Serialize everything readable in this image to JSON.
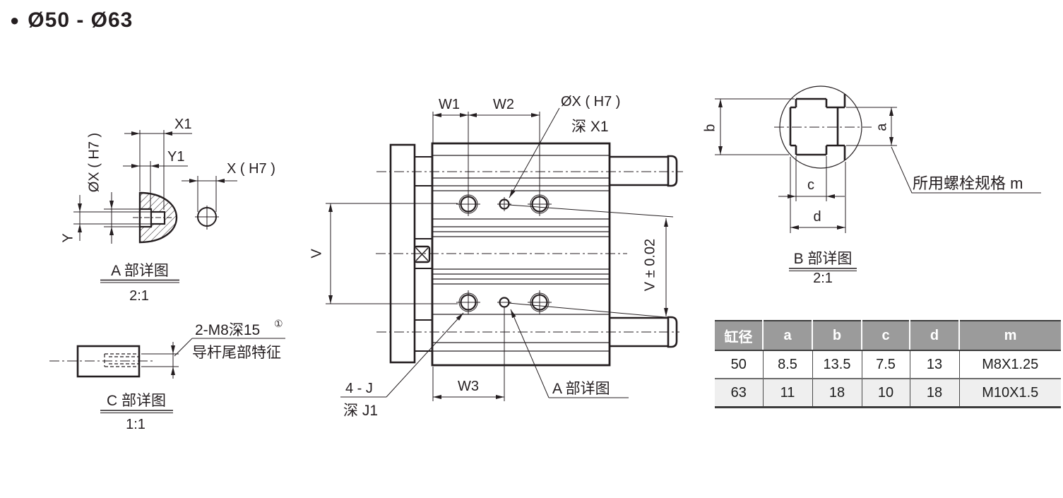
{
  "title": {
    "bullet": "●",
    "text": "Ø50 - Ø63"
  },
  "colors": {
    "ink": "#241e20",
    "table_header_bg": "#9b9b9b",
    "table_header_text": "#ffffff",
    "table_alt_row_bg": "#efefef"
  },
  "detail_a": {
    "title": "A 部详图",
    "scale": "2:1",
    "dim_x1": "X1",
    "dim_y1": "Y1",
    "dim_bore": "ØX ( H7 )",
    "dim_hole": "X ( H7 )",
    "dim_y": "Y"
  },
  "detail_b": {
    "title": "B 部详图",
    "scale": "2:1",
    "dim_a": "a",
    "dim_b": "b",
    "dim_c": "c",
    "dim_d": "d",
    "note_bolt": "所用螺栓规格 m"
  },
  "detail_c": {
    "title": "C 部详图",
    "scale": "1:1",
    "note_thread": "2-M8深15",
    "note_sup": "①",
    "note_feature": "导杆尾部特征"
  },
  "main_view": {
    "dim_w1": "W1",
    "dim_w2": "W2",
    "dim_w3": "W3",
    "dim_v": "V",
    "dim_v_tol": "V ± 0.02",
    "callout_hole": "ØX ( H7 )",
    "callout_hole_depth": "深 X1",
    "callout_4j": "4 - J",
    "callout_4j_depth": "深 J1",
    "callout_detail_a": "A 部详图"
  },
  "table": {
    "headers": [
      "缸径",
      "a",
      "b",
      "c",
      "d",
      "m"
    ],
    "rows": [
      [
        "50",
        "8.5",
        "13.5",
        "7.5",
        "13",
        "M8X1.25"
      ],
      [
        "63",
        "11",
        "18",
        "10",
        "18",
        "M10X1.5"
      ]
    ]
  }
}
